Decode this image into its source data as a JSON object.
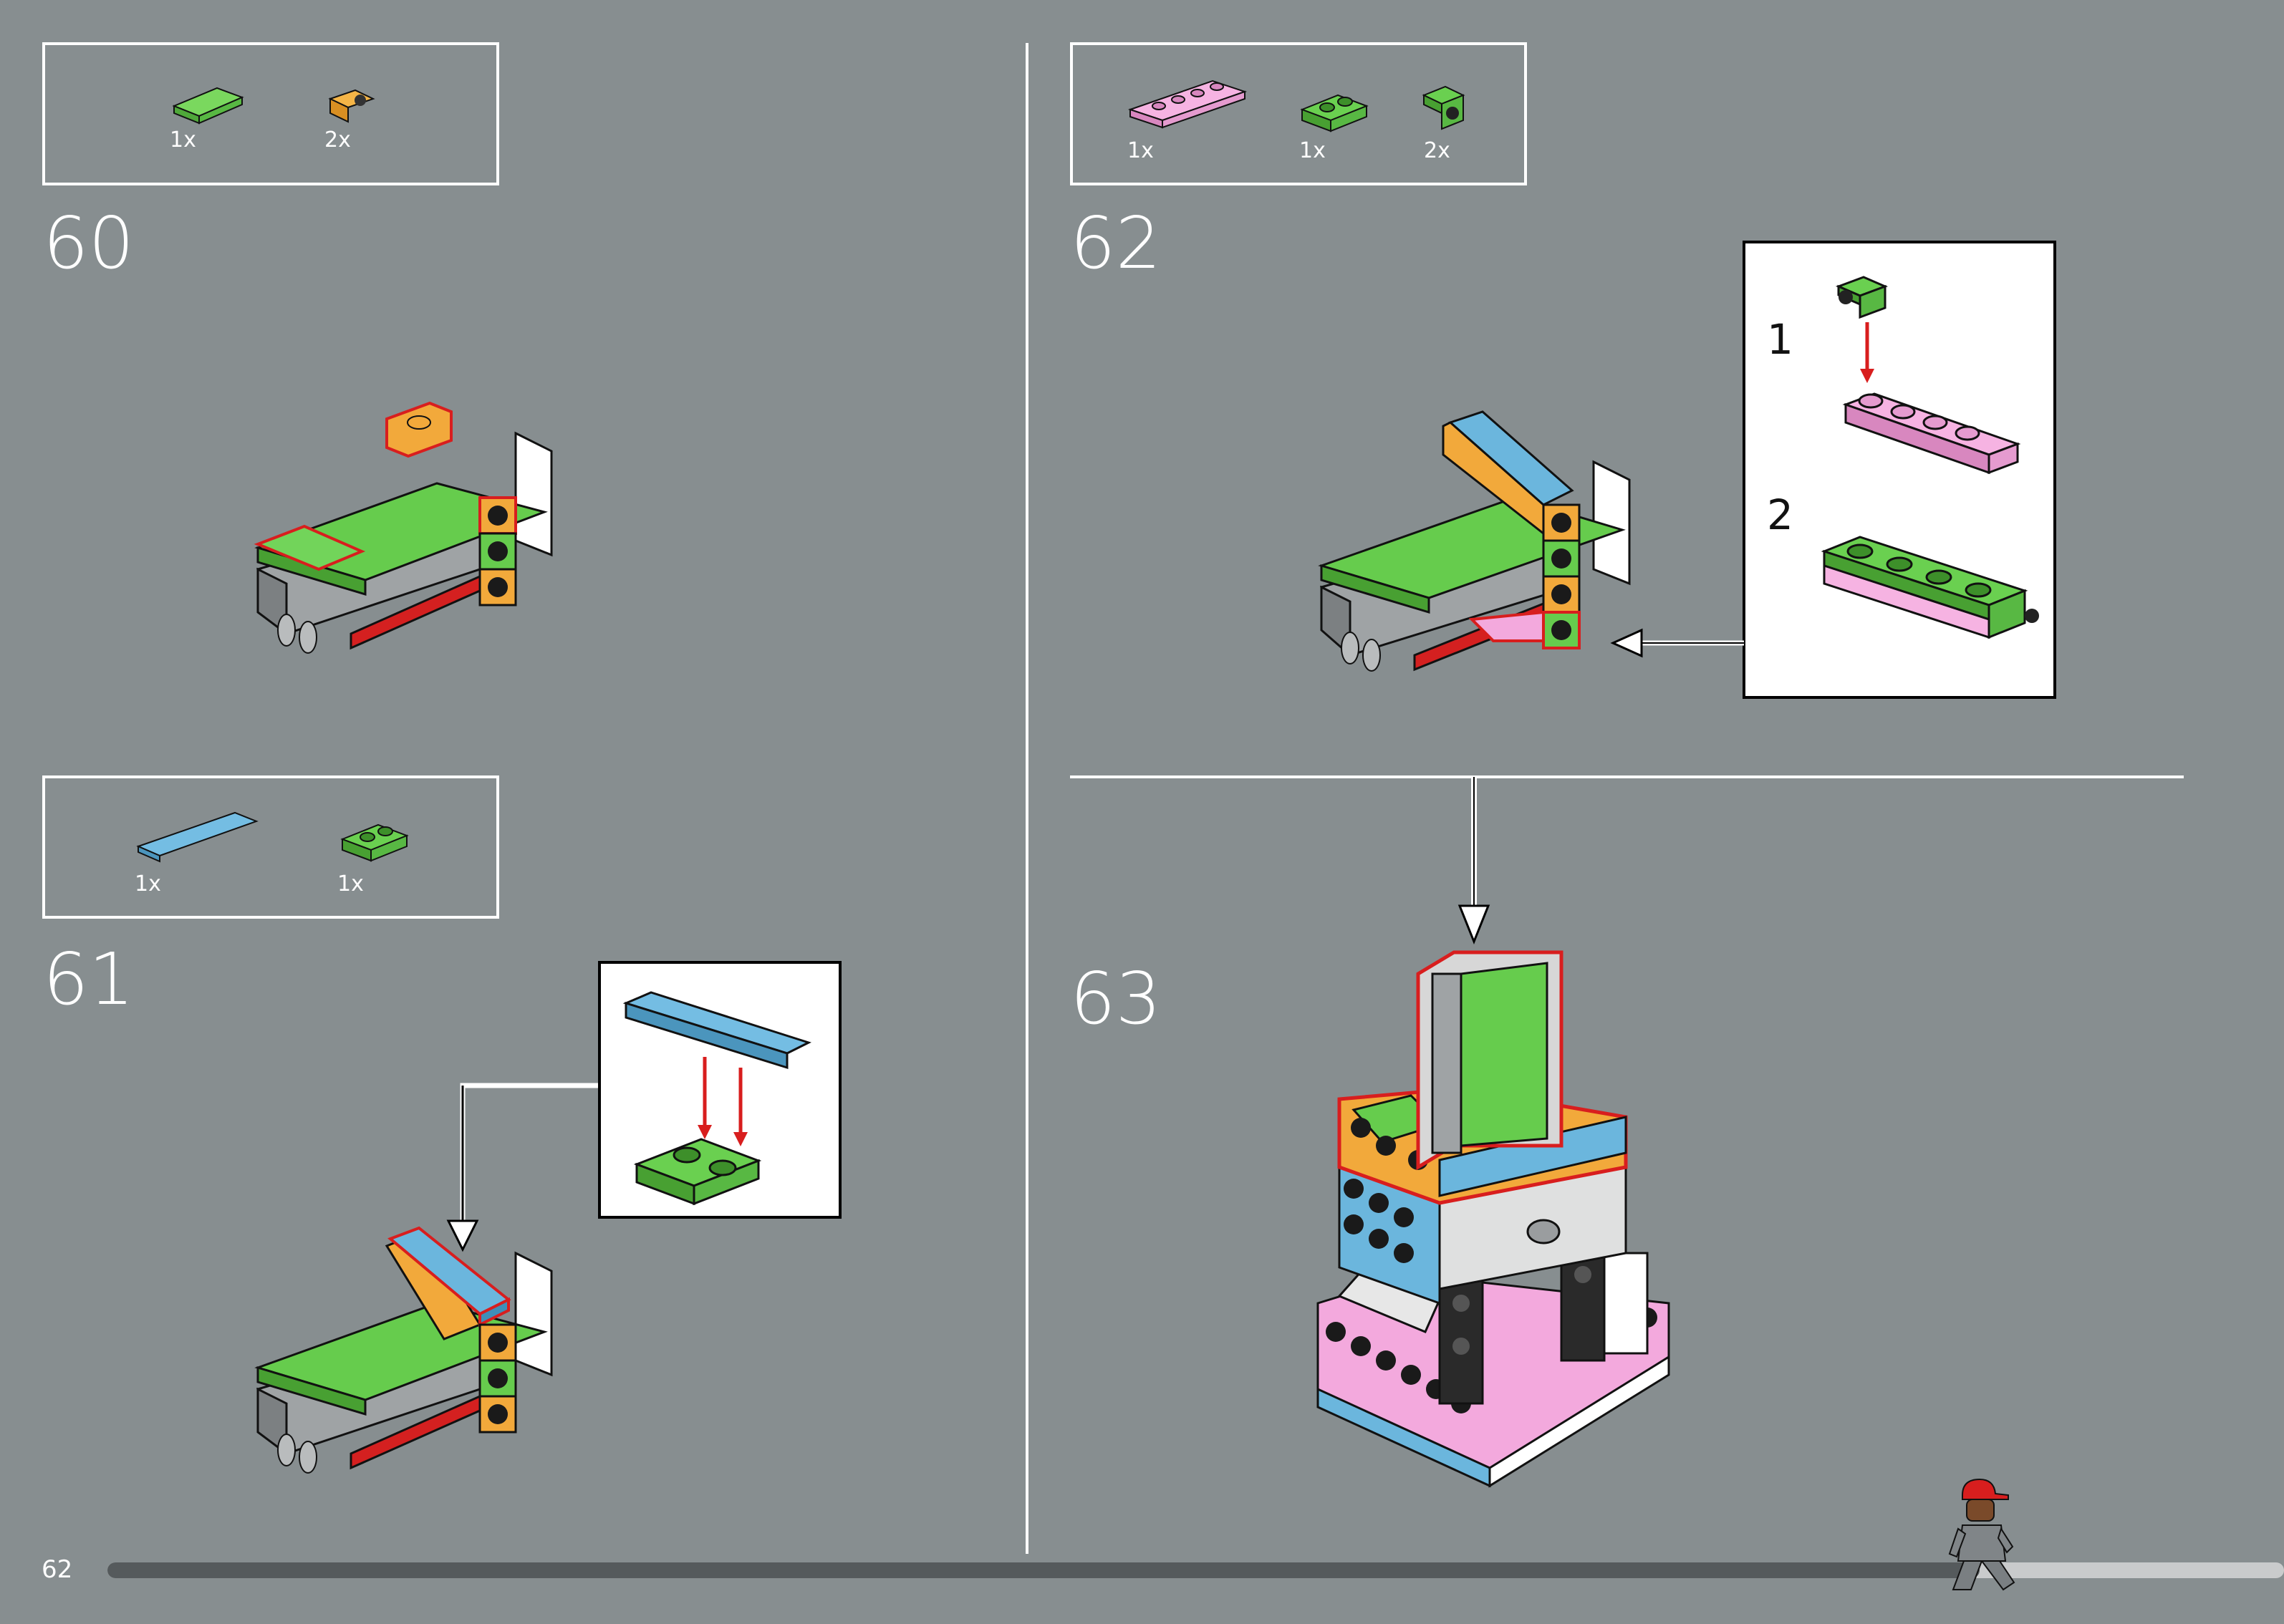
{
  "page_number": "62",
  "colors": {
    "background": "#878e90",
    "green": "#66cc4d",
    "orange": "#f2a93b",
    "blue": "#6bb6dd",
    "pink": "#f3a9dd",
    "red": "#d81e1e",
    "progress_done": "#555a5c",
    "progress_remaining": "#c9cbcc"
  },
  "progress": 0.86,
  "steps": [
    {
      "number": "60",
      "parts": [
        {
          "name": "green-tile-1x2-icon",
          "qty": "1x"
        },
        {
          "name": "orange-bracket-1x1-icon",
          "qty": "2x"
        }
      ]
    },
    {
      "number": "61",
      "parts": [
        {
          "name": "blue-tile-1x6-icon",
          "qty": "1x"
        },
        {
          "name": "green-plate-1x2-icon",
          "qty": "1x"
        }
      ]
    },
    {
      "number": "62",
      "parts": [
        {
          "name": "pink-plate-1x4-icon",
          "qty": "1x"
        },
        {
          "name": "green-plate-1x2-icon",
          "qty": "1x"
        },
        {
          "name": "green-bracket-1x1-icon",
          "qty": "2x"
        }
      ],
      "substeps": [
        "1",
        "2"
      ]
    },
    {
      "number": "63",
      "parts": []
    }
  ]
}
